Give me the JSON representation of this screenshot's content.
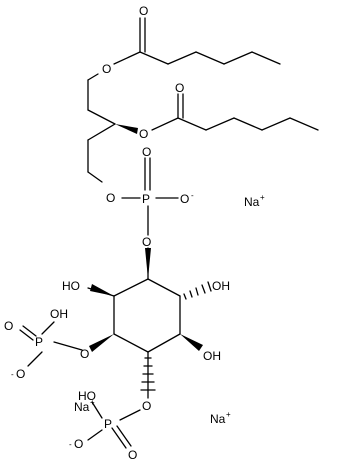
{
  "atoms": {
    "o_top_carbonyl": "O",
    "o_top_ester": "O",
    "o_sn2_carbonyl": "O",
    "o_sn2_ester": "O",
    "o_p1_double": "O",
    "o_p1_ester": "O",
    "o_p1_minus": "O",
    "o_p1_minus_charge": "-",
    "p1": "P",
    "o_ring_link": "O",
    "ho_left": "HO",
    "oh_right": "OH",
    "oh_lower_right": "OH",
    "o_p2_link": "O",
    "p2": "P",
    "oh_p2": "OH",
    "o_p2_minus": "O",
    "o_p2_minus_charge": "-",
    "o_p2_double": "O",
    "o_p3_link": "O",
    "p3": "P",
    "ho_p3": "HO",
    "o_p3_minus": "O",
    "o_p3_minus_charge": "-",
    "o_p3_double": "O"
  },
  "counterions": {
    "na1": "Na",
    "na1_charge": "+",
    "na2": "Na",
    "na2_charge": "+",
    "na3": "Na",
    "na3_charge": "+"
  },
  "colors": {
    "bonds": "#000000",
    "text": "#000000",
    "background": "#ffffff"
  }
}
